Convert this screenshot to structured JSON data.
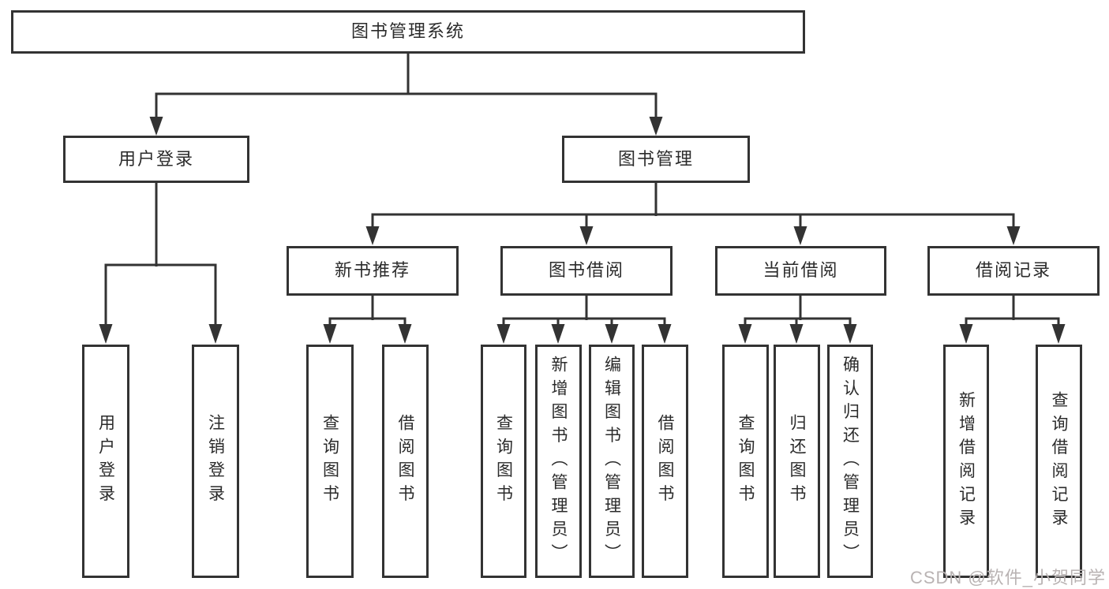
{
  "diagram": {
    "title": "图书管理系统",
    "root": "图书管理系统",
    "user_login": "用户登录",
    "book_mgmt": "图书管理",
    "new_book_rec": "新书推荐",
    "book_borrow": "图书借阅",
    "current_borrow": "当前借阅",
    "borrow_records": "借阅记录",
    "user_login_children": [
      "用户登录",
      "注销登录"
    ],
    "new_book_rec_children": [
      "查询图书",
      "借阅图书"
    ],
    "book_borrow_children": [
      "查询图书",
      "新增图书（管理员）",
      "编辑图书（管理员）",
      "借阅图书"
    ],
    "current_borrow_children": [
      "查询图书",
      "归还图书",
      "确认归还（管理员）"
    ],
    "borrow_records_children": [
      "新增借阅记录",
      "查询借阅记录"
    ]
  },
  "watermark": "CSDN @软件_小贺同学",
  "colors": {
    "line": "#333333",
    "text": "#2b2b2b",
    "watermark": "#b9b3b3",
    "background": "#ffffff"
  }
}
